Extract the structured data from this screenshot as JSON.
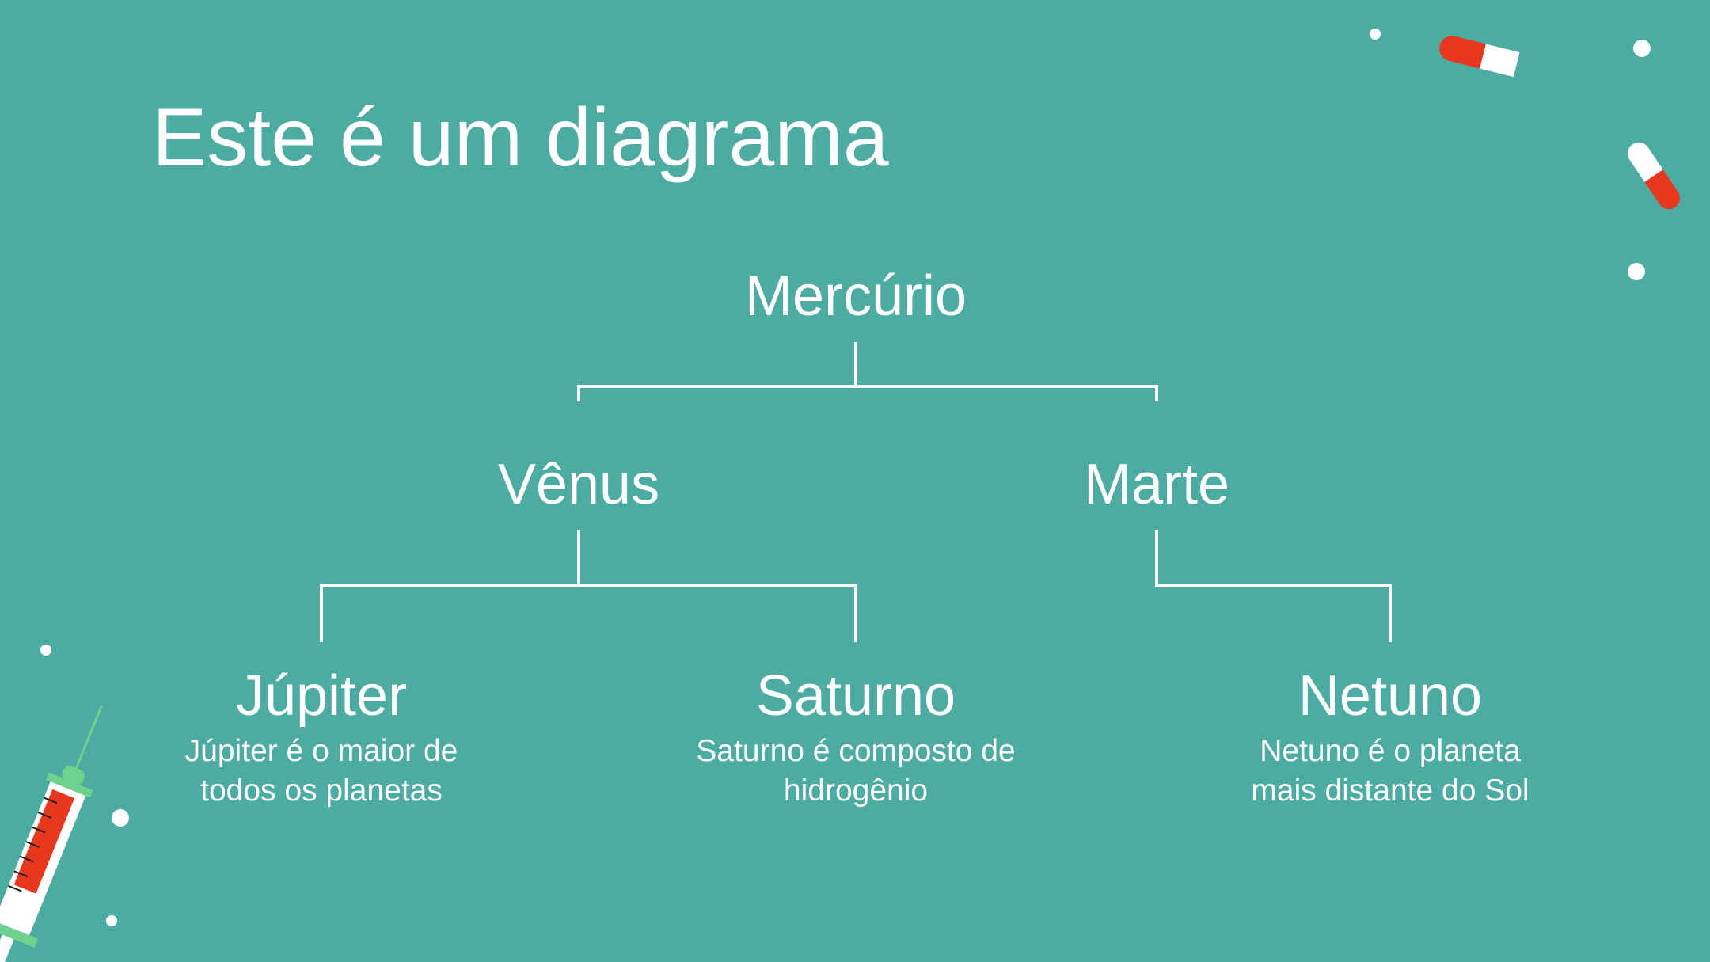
{
  "slide": {
    "title": "Este é um diagrama"
  },
  "diagram": {
    "root": {
      "label": "Mercúrio"
    },
    "level1": [
      {
        "label": "Vênus"
      },
      {
        "label": "Marte"
      }
    ],
    "level2": [
      {
        "label": "Júpiter",
        "desc_line1": "Júpiter é o maior de",
        "desc_line2": "todos os planetas"
      },
      {
        "label": "Saturno",
        "desc_line1": "Saturno é composto de",
        "desc_line2": "hidrogênio"
      },
      {
        "label": "Netuno",
        "desc_line1": "Netuno é o planeta",
        "desc_line2": "mais distante do Sol"
      }
    ]
  },
  "colors": {
    "background": "#4daca2",
    "text": "#ffffff",
    "connector": "#ffffff",
    "pill_red": "#e8371f",
    "pill_white": "#ffffff",
    "syringe_green": "#6fd18e"
  },
  "decorations": {
    "icons": [
      "pill-capsule-icon",
      "pill-capsule-icon",
      "syringe-icon",
      "dot-icon"
    ]
  }
}
